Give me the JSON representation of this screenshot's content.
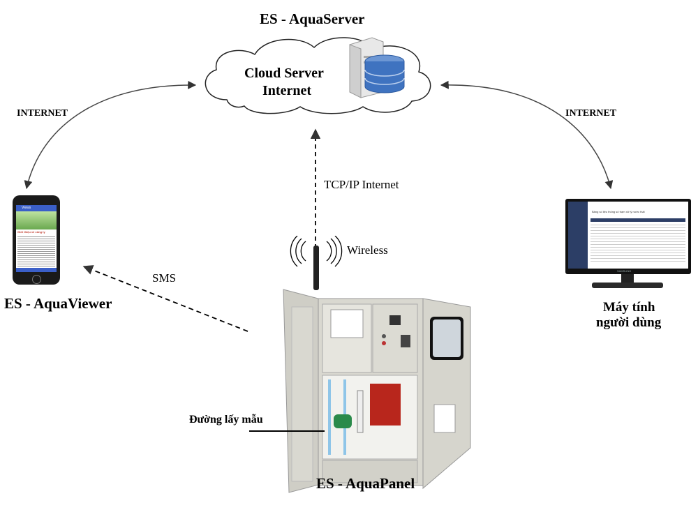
{
  "server": {
    "title": "ES - AquaServer",
    "cloud_line1": "Cloud Server",
    "cloud_line2": "Internet"
  },
  "links": {
    "internet_left": "INTERNET",
    "internet_right": "INTERNET",
    "tcpip": "TCP/IP Internet",
    "wireless": "Wireless",
    "sms": "SMS"
  },
  "phone": {
    "label": "ES - AquaViewer",
    "app_title": "Views",
    "article_title": "Giới thiệu về công ty"
  },
  "computer": {
    "label_line1": "Máy tính",
    "label_line2": "người dùng",
    "brand": "SAMSUNG",
    "screen_title": "Bảng số liệu thống số trạm xử lý nước thải"
  },
  "panel": {
    "label": "ES - AquaPanel",
    "sampling_line": "Đường lấy mẫu"
  },
  "colors": {
    "accent_phone": "#3b5fc8",
    "cabinet": "#d9d8d0",
    "monitor_header": "#2c3e66",
    "pump": "#2a8a4a",
    "reactor": "#b8261c"
  }
}
